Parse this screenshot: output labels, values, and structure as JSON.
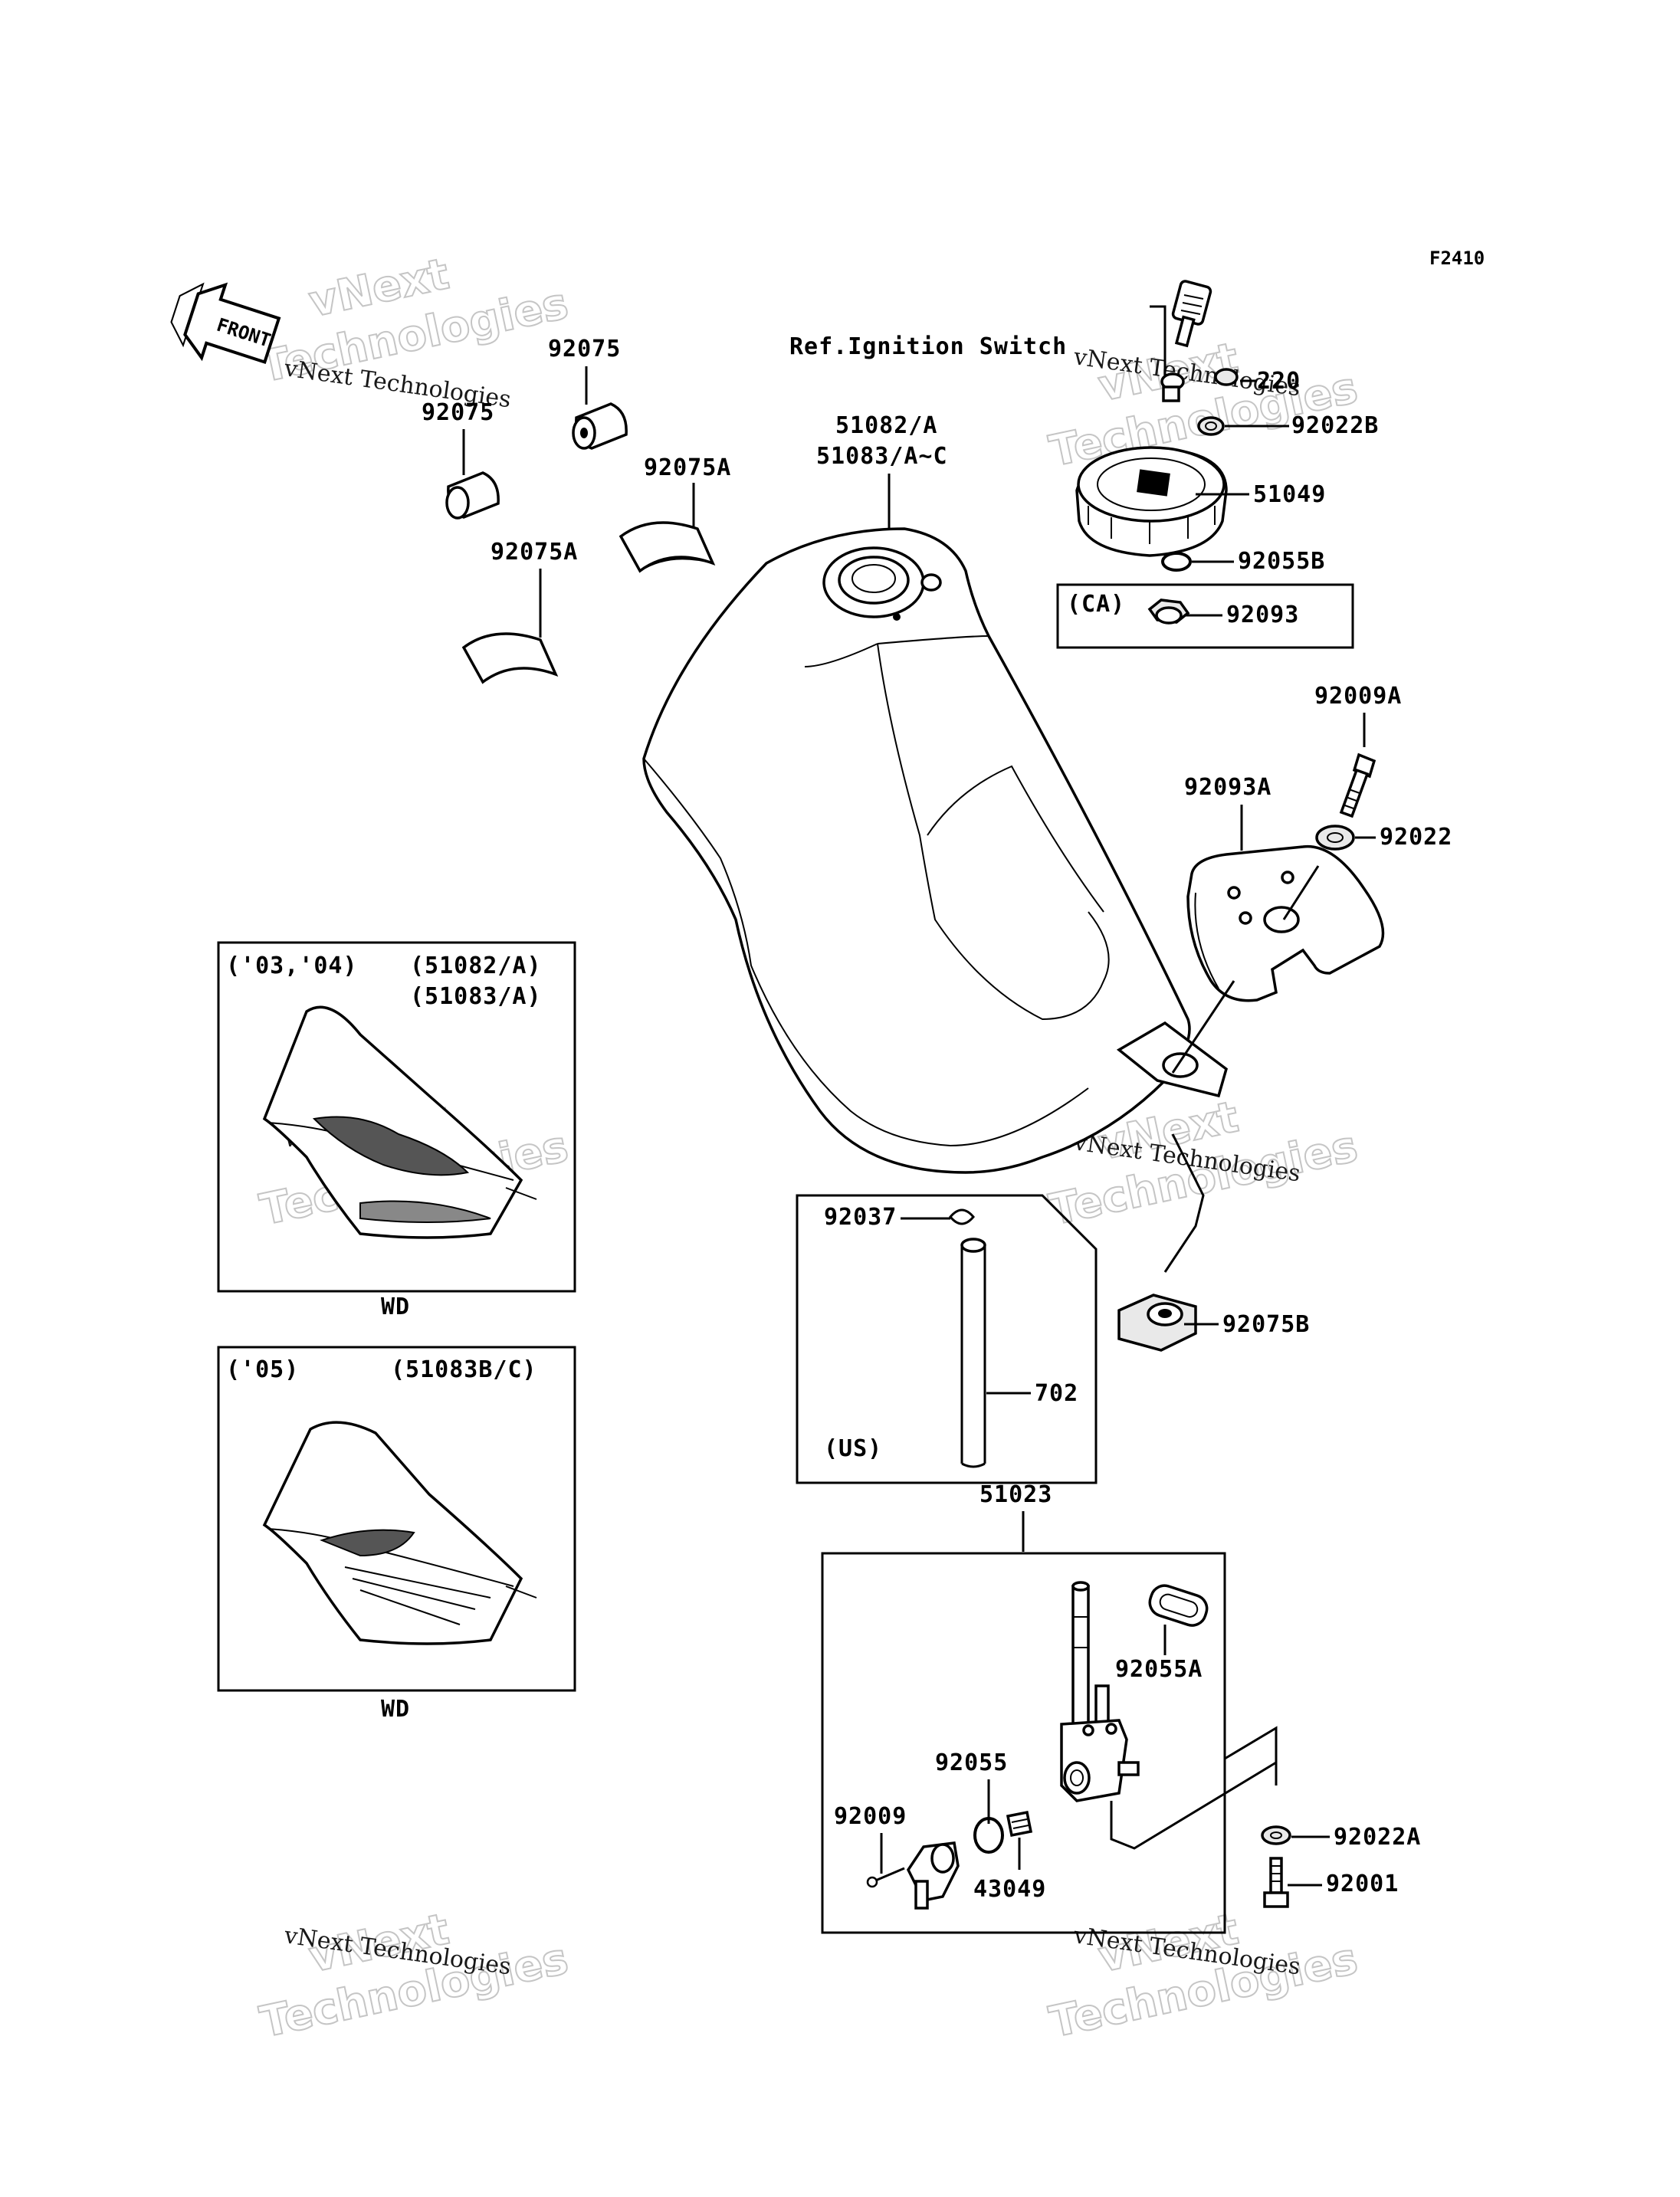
{
  "figure_code": "F2410",
  "front_label": "FRONT",
  "ref_ignition_switch": "Ref.Ignition Switch",
  "parts": {
    "p92075_top": "92075",
    "p92075_left": "92075",
    "p92075A_right": "92075A",
    "p92075A_left": "92075A",
    "p51082": "51082/A",
    "p51083": "51083/A~C",
    "p92022_220": "220",
    "p92022B": "92022B",
    "p51049": "51049",
    "p92055B": "92055B",
    "p92093": "92093",
    "p92009A": "92009A",
    "p92093A": "92093A",
    "p92022": "92022",
    "p92037": "92037",
    "p702": "702",
    "p92075B": "92075B",
    "p51023": "51023",
    "p92055A": "92055A",
    "p92055": "92055",
    "p92009": "92009",
    "p43049": "43049",
    "p92022A": "92022A",
    "p92001": "92001"
  },
  "boxes": {
    "ca": "(CA)",
    "us": "(US)",
    "decal_0304_years": "('03,'04)",
    "decal_0304_part1": "(51082/A)",
    "decal_0304_part2": "(51083/A)",
    "decal_0304_caption": "WD",
    "decal_05_years": "('05)",
    "decal_05_part": "(51083B/C)",
    "decal_05_caption": "WD"
  },
  "watermark": {
    "line1": "vNext Technologies",
    "line2": "vNext",
    "line3": "Technologies"
  }
}
